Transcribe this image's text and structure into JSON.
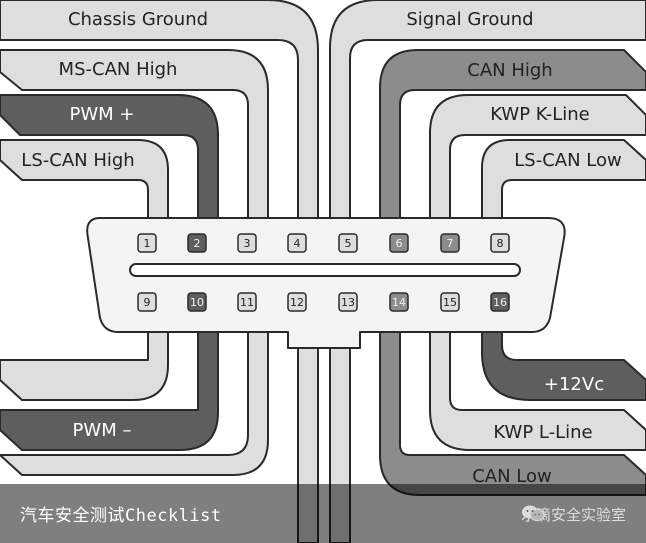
{
  "colors": {
    "light": "#dedede",
    "mid": "#8c8c8c",
    "dark": "#5e5e5e",
    "connector": "#f4f4f4",
    "outline": "#2a2a2a"
  },
  "wires": {
    "chassis_ground": "Chassis Ground",
    "ms_can_high": "MS-CAN High",
    "pwm_plus": "PWM +",
    "ls_can_high": "LS-CAN High",
    "pwm_minus": "PWM –",
    "signal_ground": "Signal Ground",
    "can_high": "CAN High",
    "kwp_k_line": "KWP K-Line",
    "ls_can_low": "LS-CAN Low",
    "plus_12vc": "+12Vc",
    "kwp_l_line": "KWP L-Line",
    "can_low": "CAN Low"
  },
  "pins_top": [
    {
      "label": "1",
      "shade": "light"
    },
    {
      "label": "2",
      "shade": "dark"
    },
    {
      "label": "3",
      "shade": "light"
    },
    {
      "label": "4",
      "shade": "light"
    },
    {
      "label": "5",
      "shade": "light"
    },
    {
      "label": "6",
      "shade": "mid"
    },
    {
      "label": "7",
      "shade": "mid"
    },
    {
      "label": "8",
      "shade": "light"
    }
  ],
  "pins_bottom": [
    {
      "label": "9",
      "shade": "light"
    },
    {
      "label": "10",
      "shade": "dark"
    },
    {
      "label": "11",
      "shade": "light"
    },
    {
      "label": "12",
      "shade": "light"
    },
    {
      "label": "13",
      "shade": "light"
    },
    {
      "label": "14",
      "shade": "mid"
    },
    {
      "label": "15",
      "shade": "light"
    },
    {
      "label": "16",
      "shade": "dark"
    }
  ],
  "caption": "汽车安全测试Checklist",
  "watermark": "水滴安全实验室"
}
